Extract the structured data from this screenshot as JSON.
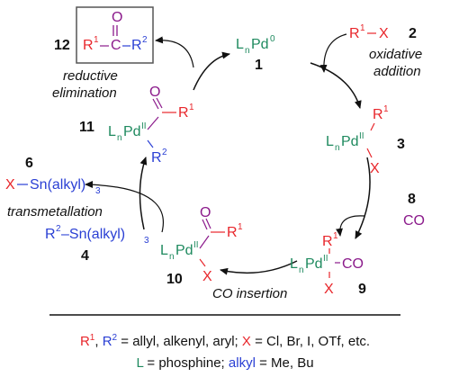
{
  "catalyst": {
    "label": "L",
    "sub": "n",
    "metal": "Pd",
    "ox": "0",
    "num": "1"
  },
  "steps": {
    "oxidative_addition_1": "oxidative",
    "oxidative_addition_2": "addition",
    "reductive_elimination_1": "reductive",
    "reductive_elimination_2": "elimination",
    "transmetallation": "transmetallation",
    "co_insertion": "CO insertion"
  },
  "compounds": {
    "c2": {
      "num": "2",
      "r": "R",
      "sup": "1",
      "x": "X"
    },
    "c3": {
      "num": "3"
    },
    "c8": {
      "num": "8",
      "co": "CO"
    },
    "c9": {
      "num": "9"
    },
    "c10": {
      "num": "10"
    },
    "c11": {
      "num": "11"
    },
    "c12": {
      "num": "12"
    },
    "c4": {
      "num": "4",
      "label": "R",
      "sup": "2",
      "rest": "–Sn(alkyl)",
      "sub": "3"
    },
    "c6": {
      "num": "6",
      "x": "X",
      "rest": "Sn(alkyl)",
      "sub": "3"
    }
  },
  "atoms": {
    "pd": "Pd",
    "ox2": "II",
    "L": "L",
    "n": "n",
    "R": "R",
    "one": "1",
    "two": "2",
    "X": "X",
    "O": "O",
    "C": "C",
    "CO": "CO"
  },
  "legend": {
    "line1_r1": "R",
    "line1_r1_sup": "1",
    "line1_sep": ", ",
    "line1_r2": "R",
    "line1_r2_sup": "2",
    "line1_text": " = allyl, alkenyl, aryl; ",
    "line1_x": "X",
    "line1_text2": " = Cl, Br, I, OTf, etc.",
    "line2_l": "L",
    "line2_text": " = phosphine;   ",
    "line2_alkyl": "alkyl",
    "line2_text2": " = Me, Bu"
  },
  "colors": {
    "red": "#e8262b",
    "green": "#1f8a5f",
    "blue": "#2a3fd4",
    "purple": "#8b1a8b"
  }
}
